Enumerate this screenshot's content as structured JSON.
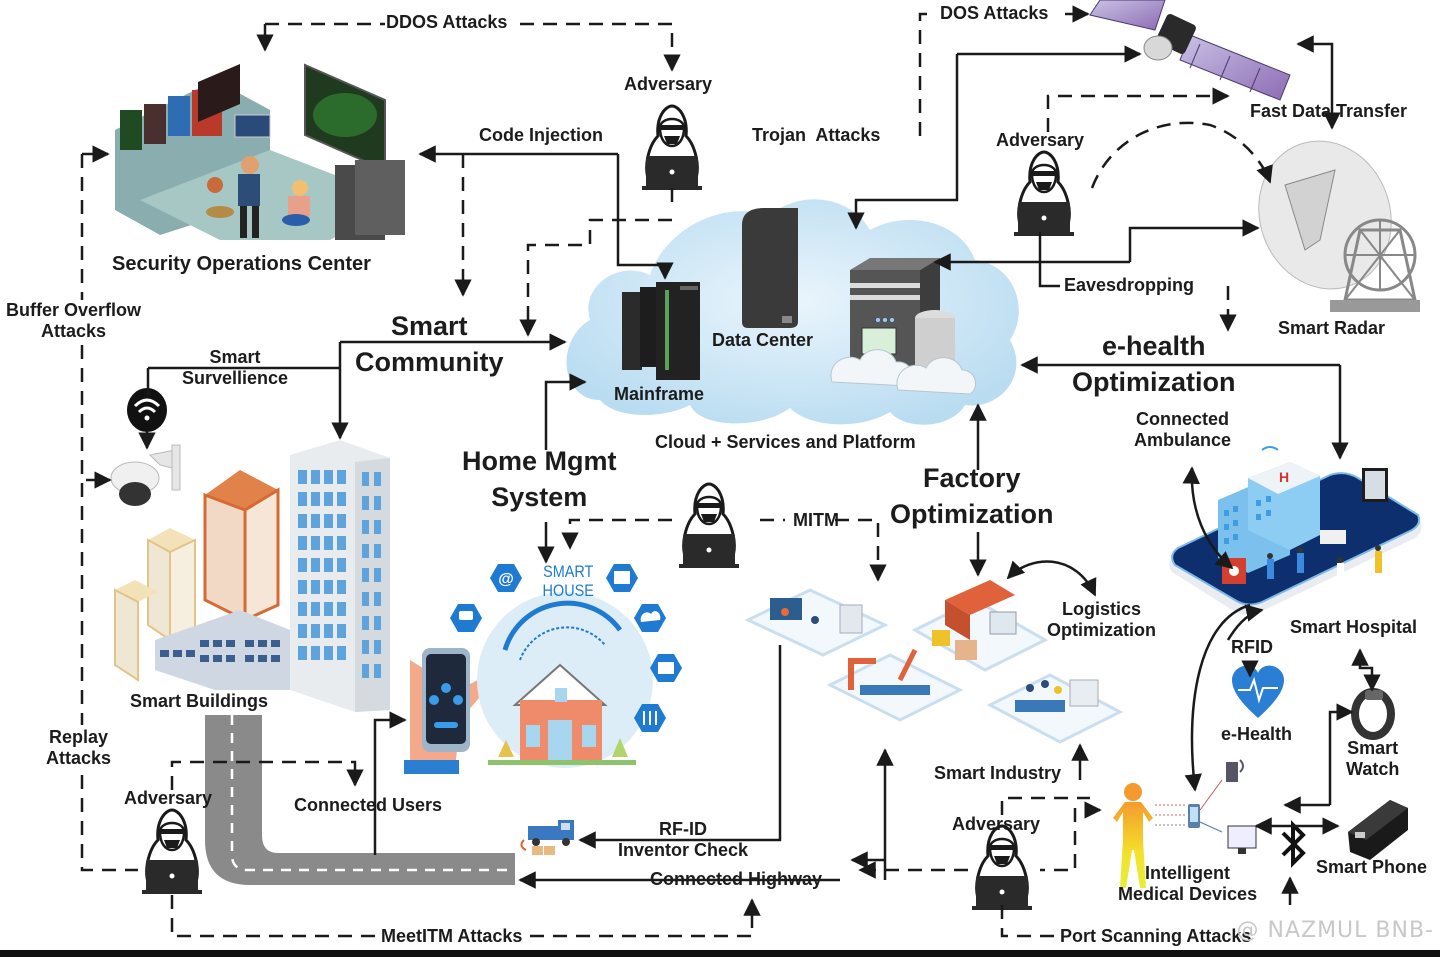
{
  "diagram": {
    "title": "Smart city IoT attack surface",
    "nodes": {
      "soc": "Security Operations Center",
      "smart_community_1": "Smart",
      "smart_community_2": "Community",
      "smart_surveillance_1": "Smart",
      "smart_surveillance_2": "Survellience",
      "smart_buildings": "Smart Buildings",
      "home_mgmt_1": "Home Mgmt",
      "home_mgmt_2": "System",
      "smart_house_1": "SMART",
      "smart_house_2": "HOUSE",
      "connected_users": "Connected Users",
      "mainframe": "Mainframe",
      "data_center": "Data Center",
      "cloud": "Cloud + Services and Platform",
      "factory_1": "Factory",
      "factory_2": "Optimization",
      "logistics_1": "Logistics",
      "logistics_2": "Optimization",
      "smart_industry": "Smart Industry",
      "ehealth_opt_1": "e-health",
      "ehealth_opt_2": "Optimization",
      "connected_ambulance_1": "Connected",
      "connected_ambulance_2": "Ambulance",
      "smart_hospital": "Smart Hospital",
      "rfid": "RFID",
      "ehealth": "e-Health",
      "smart_watch_1": "Smart",
      "smart_watch_2": "Watch",
      "smart_phone": "Smart Phone",
      "medical_1": "Intelligent",
      "medical_2": "Medical Devices",
      "fast_data": "Fast Data Transfer",
      "smart_radar": "Smart Radar",
      "rfid_inventory_1": "RF-ID",
      "rfid_inventory_2": "Inventor Check",
      "connected_highway": "Connected Highway"
    },
    "adversaries": [
      "Adversary",
      "Adversary",
      "Adversary",
      "Adversary"
    ],
    "attacks": {
      "ddos": "DDOS Attacks",
      "dos": "DOS Attacks",
      "code_injection": "Code Injection",
      "trojan": "Trojan  Attacks",
      "buffer_overflow_1": "Buffer Overflow",
      "buffer_overflow_2": "Attacks",
      "eavesdropping": "Eavesdropping",
      "mitm": "MITM",
      "replay_1": "Replay",
      "replay_2": "Attacks",
      "meetitm": "MeetITM Attacks",
      "port_scanning": "Port Scanning Attacks"
    },
    "watermark": "@ NAZMUL BNB-",
    "colors": {
      "line": "#1a1a1a",
      "cloud": "#cfe6f5",
      "road": "#8a8a8a",
      "hex_blue": "#1e7bd1",
      "hospital_base": "#0d2f6e"
    }
  }
}
